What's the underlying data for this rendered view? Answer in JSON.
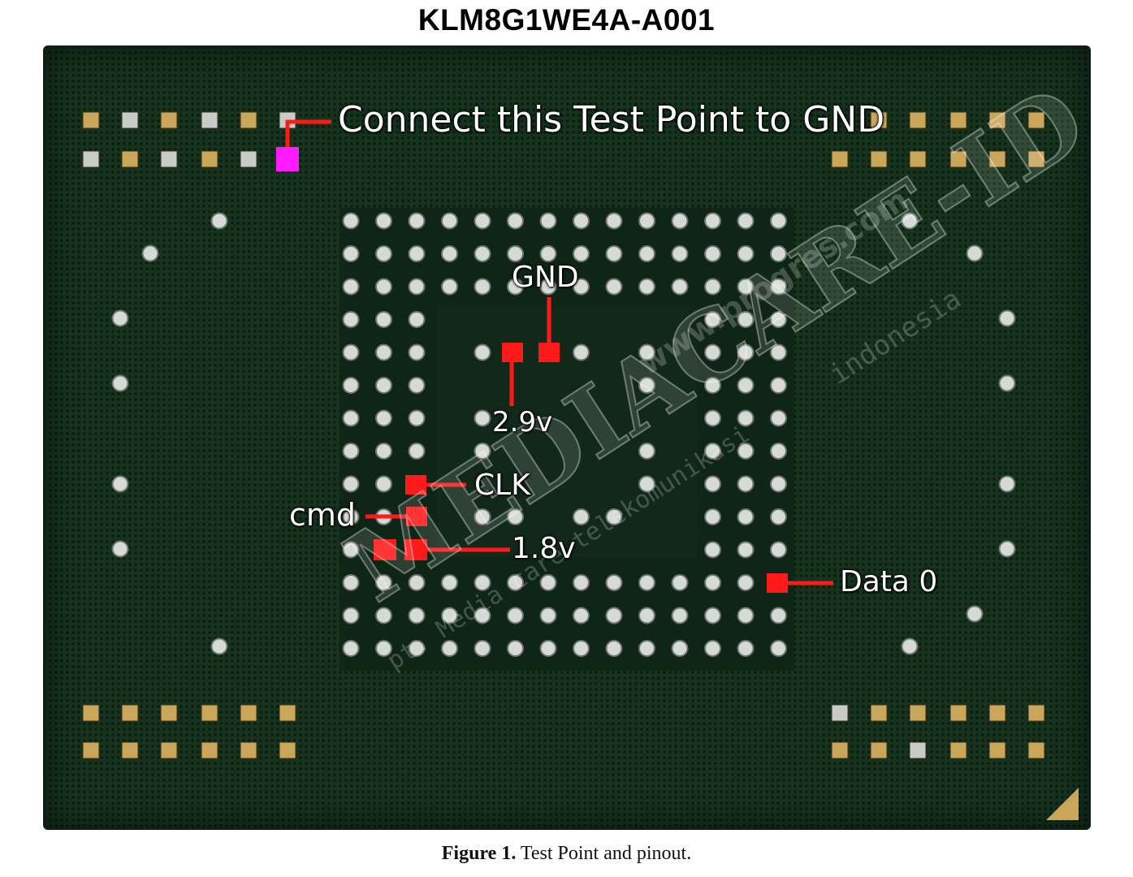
{
  "title": "KLM8G1WE4A-A001",
  "labels": {
    "connect_gnd": "Connect this Test Point to GND",
    "gnd": "GND",
    "v29": "2.9v",
    "clk": "CLK",
    "cmd": "cmd",
    "v18": "1.8v",
    "data0": "Data 0"
  },
  "watermark": {
    "brand": "MEDIACARE-ID",
    "url": "www.progres.com",
    "sub": "pt. Media care telekomunikasi",
    "country": "indonesia"
  },
  "caption": {
    "number": "Figure 1.",
    "text": "Test Point and pinout."
  },
  "colors": {
    "board": "#15331d",
    "marker": "#ff1a1a",
    "test_point": "#ff1aff",
    "pad_gold": "#c9a65a"
  }
}
